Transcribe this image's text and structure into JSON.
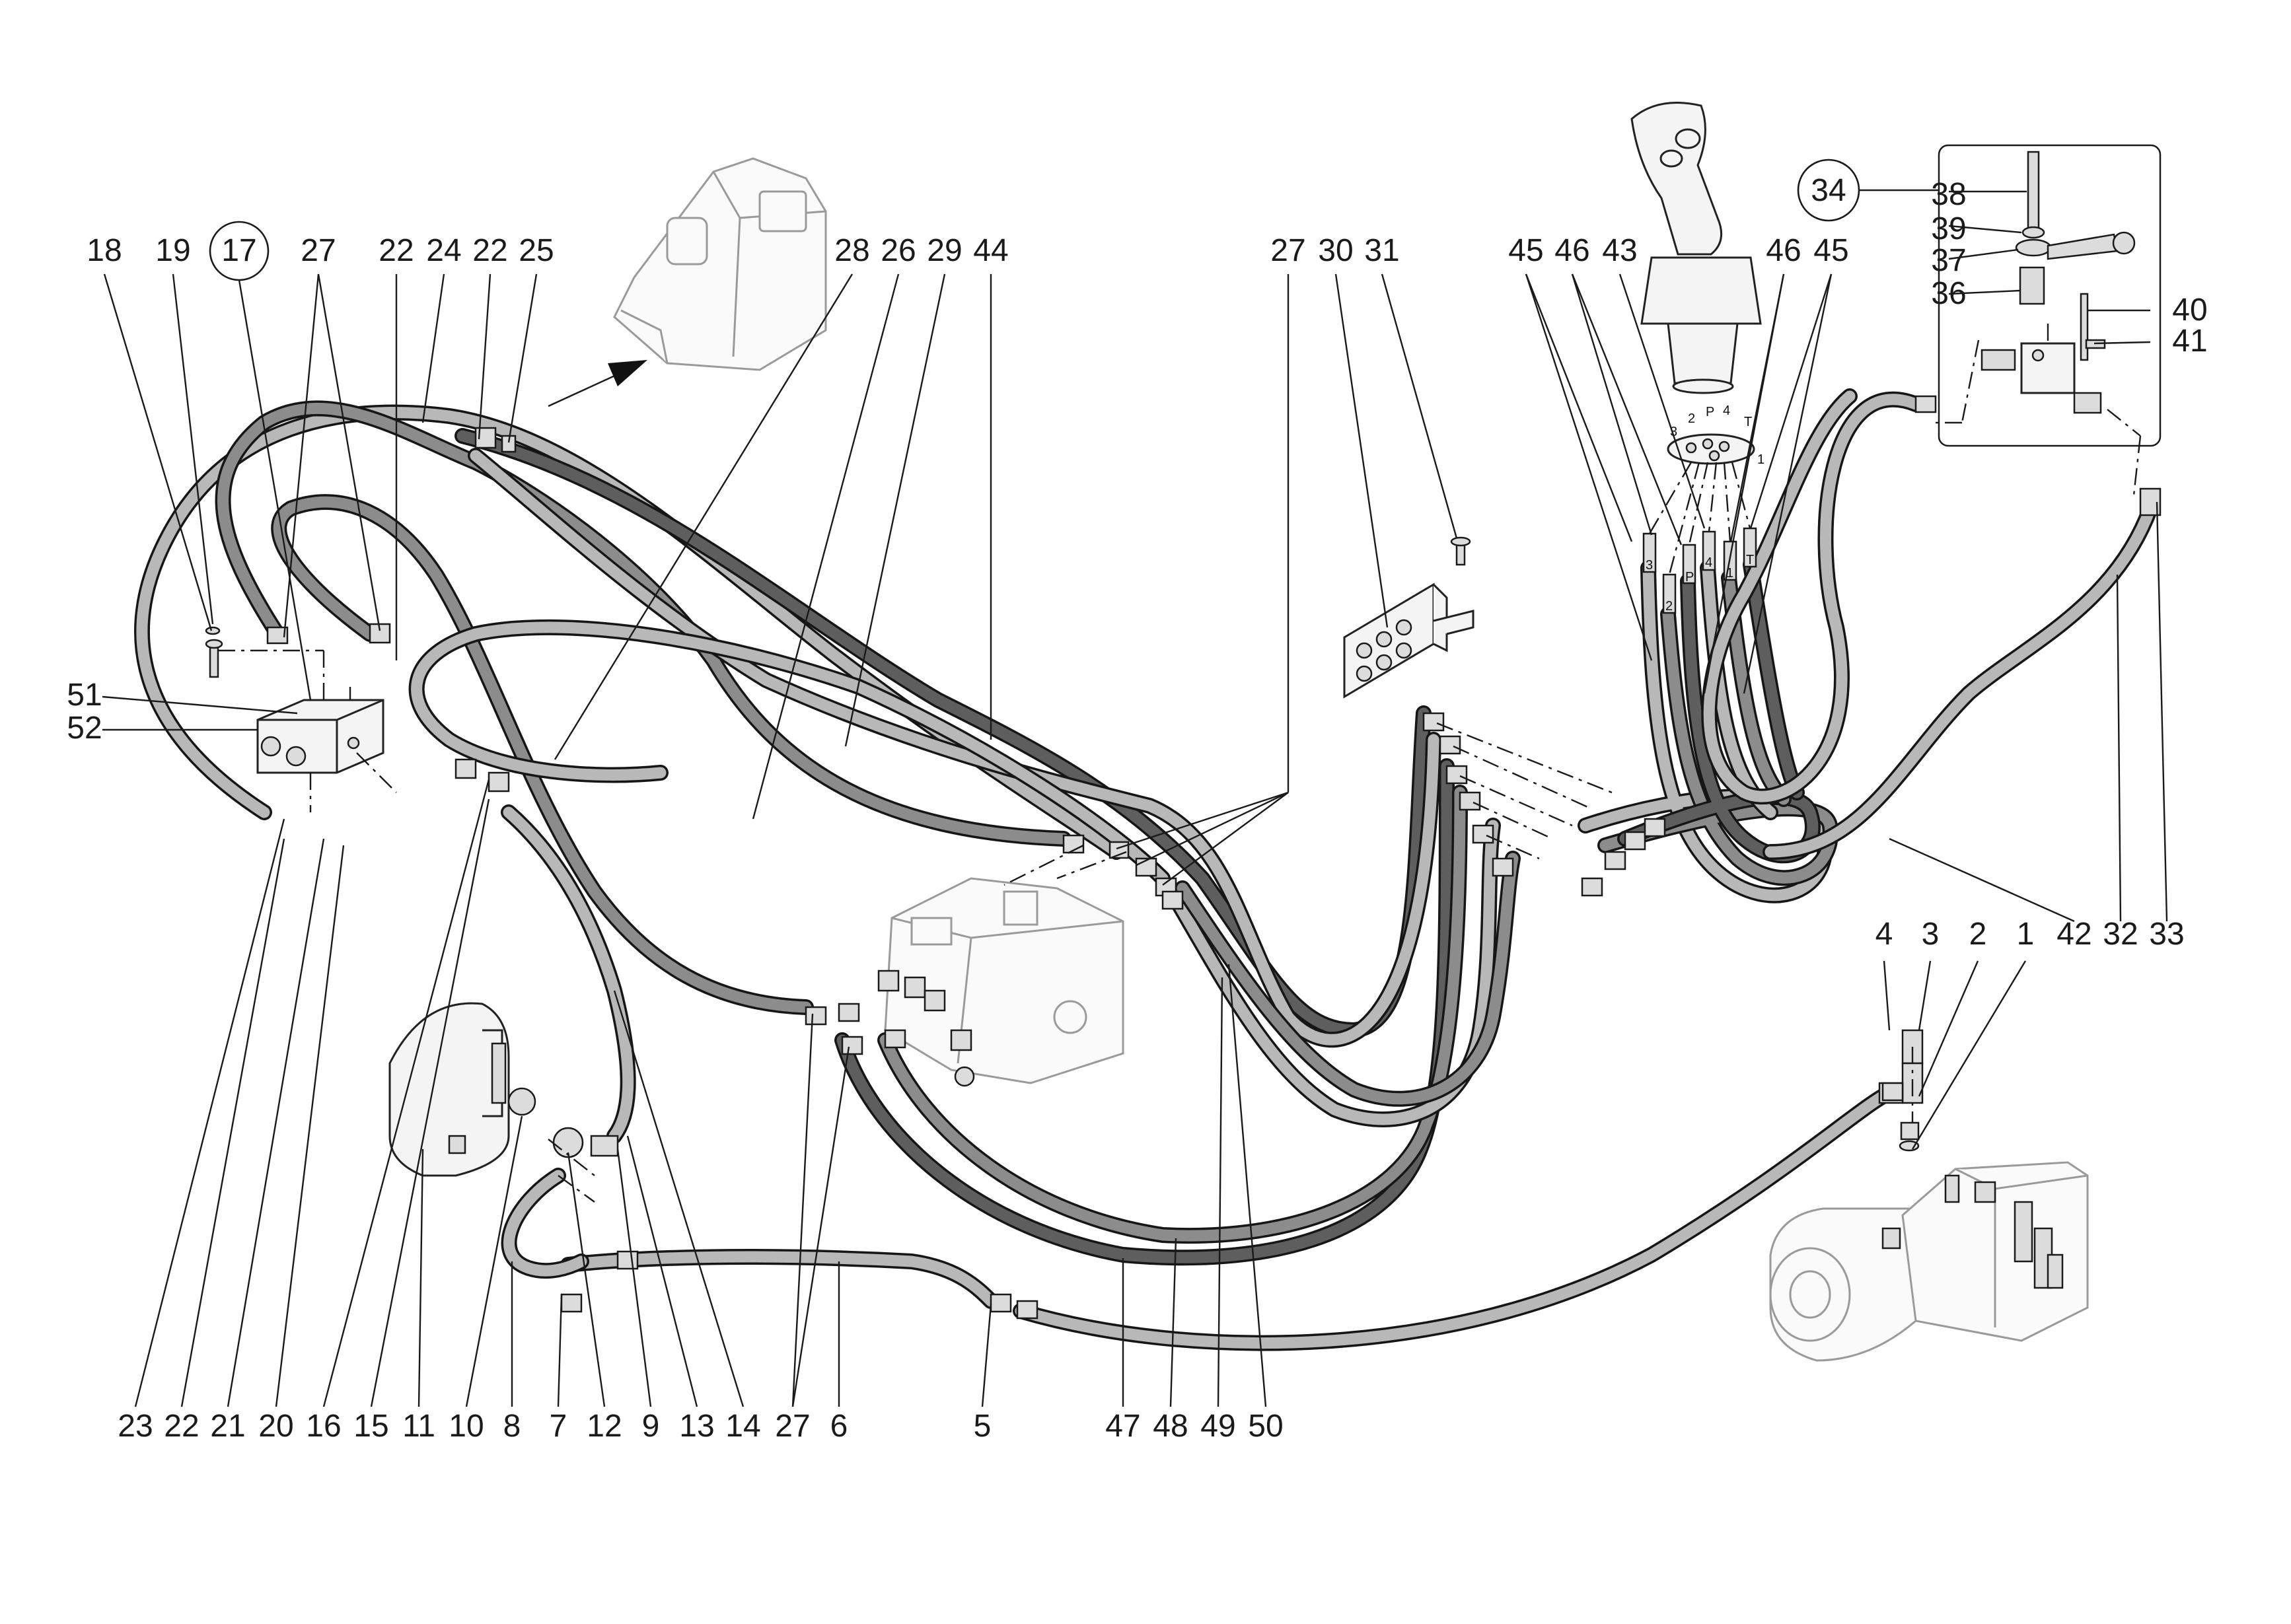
{
  "callouts": {
    "c18": "18",
    "c19": "19",
    "c17": "17",
    "c27a": "27",
    "c22a": "22",
    "c24": "24",
    "c22b": "22",
    "c25": "25",
    "c28": "28",
    "c26": "26",
    "c29": "29",
    "c44": "44",
    "c27b": "27",
    "c30": "30",
    "c31": "31",
    "c45a": "45",
    "c46a": "46",
    "c43": "43",
    "c46b": "46",
    "c45b": "45",
    "c34": "34",
    "c38": "38",
    "c39": "39",
    "c37": "37",
    "c36": "36",
    "c40": "40",
    "c41": "41",
    "c51": "51",
    "c52": "52",
    "c4": "4",
    "c3": "3",
    "c2": "2",
    "c1": "1",
    "c42": "42",
    "c32": "32",
    "c33": "33",
    "b23": "23",
    "b22": "22",
    "b21": "21",
    "b20": "20",
    "b16": "16",
    "b15": "15",
    "b11": "11",
    "b10": "10",
    "b8": "8",
    "b7": "7",
    "b12": "12",
    "b9": "9",
    "b13": "13",
    "b14": "14",
    "b27": "27",
    "b6": "6",
    "b5": "5",
    "b47": "47",
    "b48": "48",
    "b49": "49",
    "b50": "50"
  },
  "port_labels": {
    "plate_3": "3",
    "plate_2": "2",
    "plate_P": "P",
    "plate_4": "4",
    "plate_T": "T",
    "plate_1": "1",
    "hose_3": "3",
    "hose_2": "2",
    "hose_P": "P",
    "hose_4": "4",
    "hose_1": "1",
    "hose_T": "T"
  },
  "hose_colors": {
    "light": "#b8b8b8",
    "medium": "#8c8c8c",
    "dark": "#5e5e5e"
  }
}
